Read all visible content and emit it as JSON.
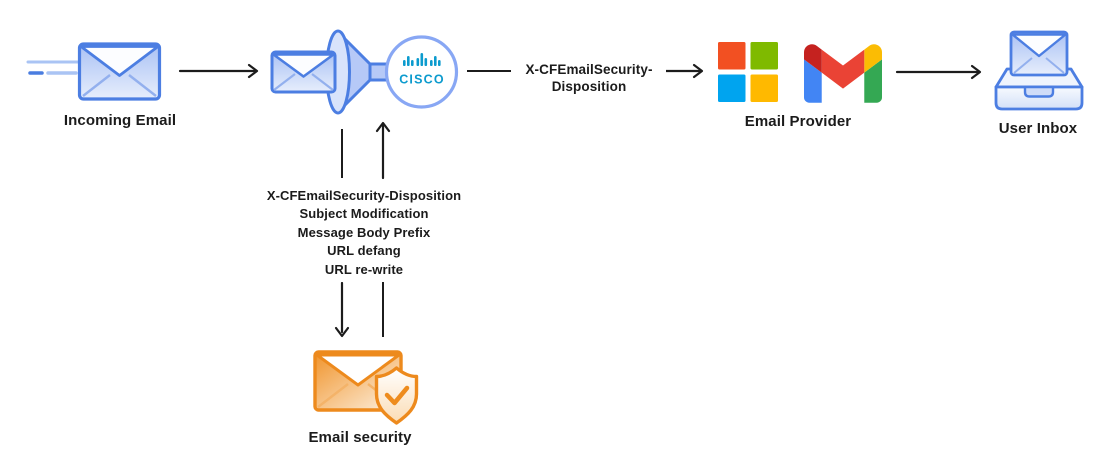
{
  "diagram": {
    "nodes": {
      "incoming_email": {
        "label": "Incoming Email"
      },
      "secure_email_gateway": {
        "brand": "CISCO"
      },
      "email_provider": {
        "label": "Email Provider",
        "provider_icons": [
          "microsoft",
          "gmail"
        ]
      },
      "user_inbox": {
        "label": "User Inbox"
      },
      "email_security": {
        "label": "Email security"
      }
    },
    "edges": {
      "gateway_to_provider": {
        "label_line1": "X-CFEmailSecurity-",
        "label_line2": "Disposition"
      },
      "security_feedback": {
        "items": [
          "X-CFEmailSecurity-Disposition",
          "Subject Modification",
          "Message Body Prefix",
          "URL defang",
          "URL re-write"
        ]
      }
    },
    "colors": {
      "envelope_blue_stroke": "#4c7ee2",
      "envelope_blue_fill": "#a9c1f4",
      "cisco_teal": "#0c9bce",
      "cisco_circle_border": "#88a7f4",
      "security_orange": "#ee8a1e",
      "arrow_black": "#1c1c1c",
      "microsoft_red": "#f25022",
      "microsoft_green": "#7fba00",
      "microsoft_blue": "#00a4ef",
      "microsoft_yellow": "#ffb900",
      "gmail_blue": "#4285f4",
      "gmail_red": "#ea4335",
      "gmail_yellow": "#fbbc04",
      "gmail_green": "#34a853",
      "gmail_dark_red": "#c5221f"
    }
  }
}
